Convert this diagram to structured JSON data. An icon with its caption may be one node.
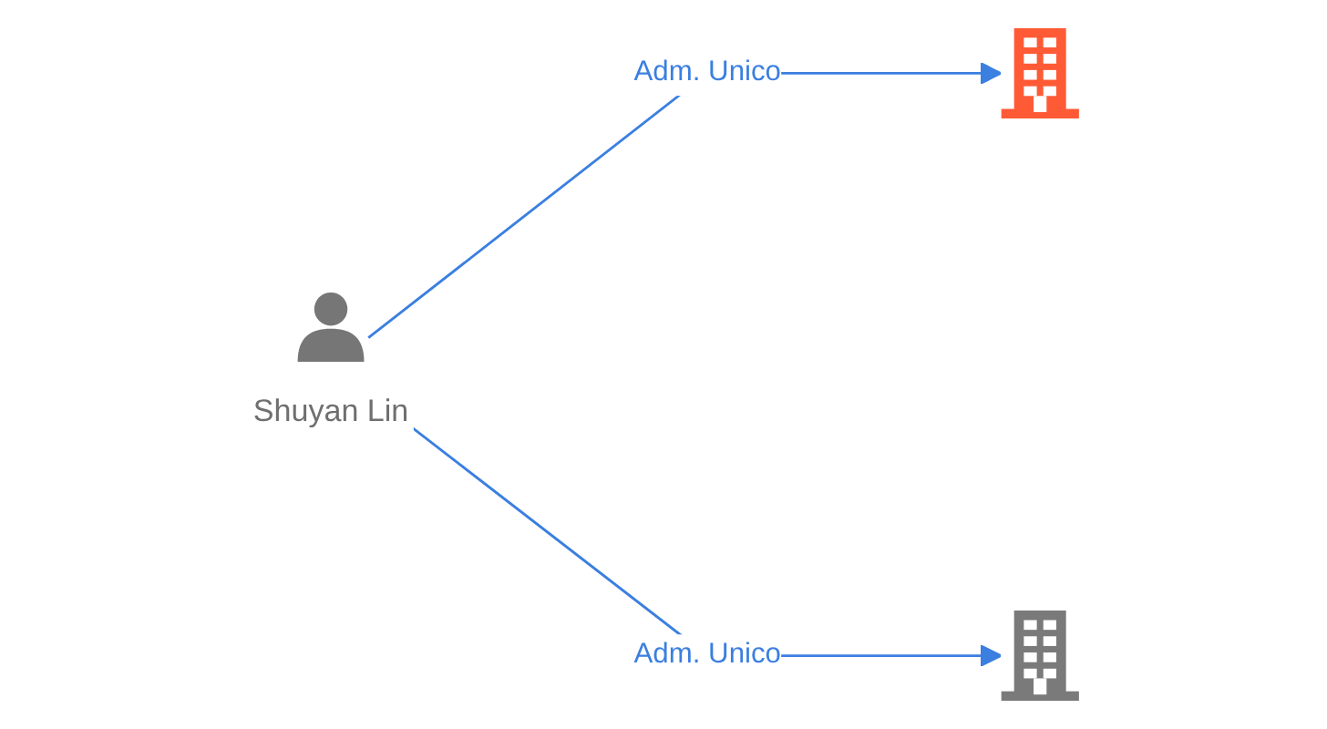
{
  "diagram": {
    "nodes": [
      {
        "text": [
          "Shuyan Lin"
        ]
      },
      {
        "text": [],
        "shape": "building"
      },
      {
        "text": [],
        "shape": "building"
      }
    ],
    "edges": [
      {
        "from": 0,
        "to": 1,
        "arrow": "to",
        "label": "Adm. Unico"
      },
      {
        "from": 0,
        "to": 2,
        "arrow": "to",
        "label": "Adm. Unico"
      }
    ]
  }
}
